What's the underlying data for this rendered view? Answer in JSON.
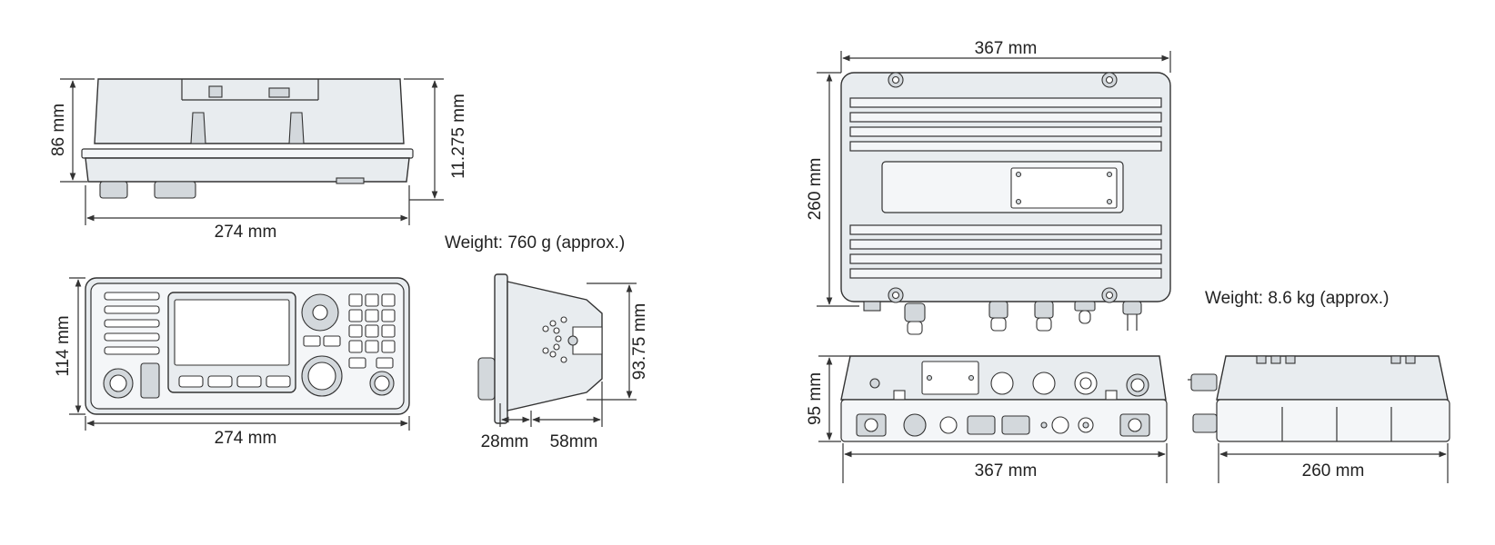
{
  "radio": {
    "top_view": {
      "height_label": "86 mm",
      "total_height_label": "11.275 mm",
      "width_label": "274 mm"
    },
    "front_view": {
      "height_label": "114 mm",
      "width_label": "274 mm"
    },
    "side_view": {
      "height_label": "93.75 mm",
      "front_depth_label": "28mm",
      "rear_depth_label": "58mm"
    },
    "weight_label": "Weight: 760 g (approx.)"
  },
  "transponder": {
    "top_view": {
      "width_label": "367 mm",
      "height_label": "260 mm"
    },
    "front_view": {
      "height_label": "95 mm",
      "width_label": "367 mm"
    },
    "side_view": {
      "depth_label": "260 mm"
    },
    "weight_label": "Weight: 8.6 kg (approx.)"
  }
}
